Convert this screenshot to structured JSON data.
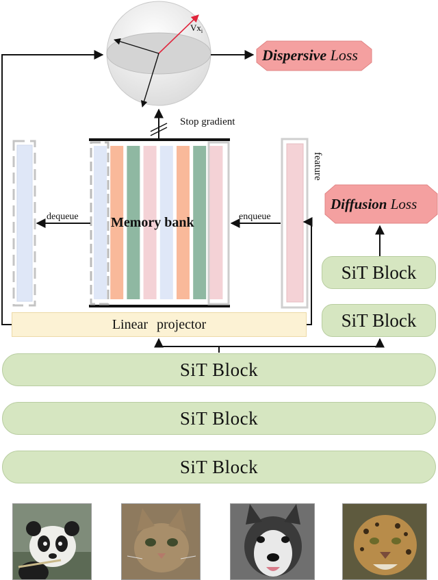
{
  "title": "",
  "sphere": {
    "vector_label": "Vx",
    "vector_subscript": "i"
  },
  "labels": {
    "stop_gradient": "Stop gradient",
    "feature": "feature",
    "dequeue": "dequeue",
    "enqueue": "enqueue",
    "memory_bank": "Memory bank",
    "linear_projector": "Linear   projector"
  },
  "losses": {
    "dispersive": {
      "strong": "Dispersive",
      "rest": " Loss",
      "color": "#f4a0a0"
    },
    "diffusion": {
      "strong": "Diffusion",
      "rest": " Loss",
      "color": "#f4a0a0"
    }
  },
  "blocks": {
    "small": [
      "SiT  Block",
      "SiT  Block"
    ],
    "wide": [
      "SiT  Block",
      "SiT  Block",
      "SiT  Block"
    ],
    "color": "#d6e6c1"
  },
  "memory_bank": {
    "stripe_colors": [
      "#dfe7f7",
      "#f9b99a",
      "#8fb8a2",
      "#f4d2d6",
      "#dfe7f7",
      "#f9b99a",
      "#8fb8a2",
      "#f4d2d6"
    ]
  },
  "images": [
    {
      "subject": "panda"
    },
    {
      "subject": "cat"
    },
    {
      "subject": "husky"
    },
    {
      "subject": "leopard"
    }
  ]
}
